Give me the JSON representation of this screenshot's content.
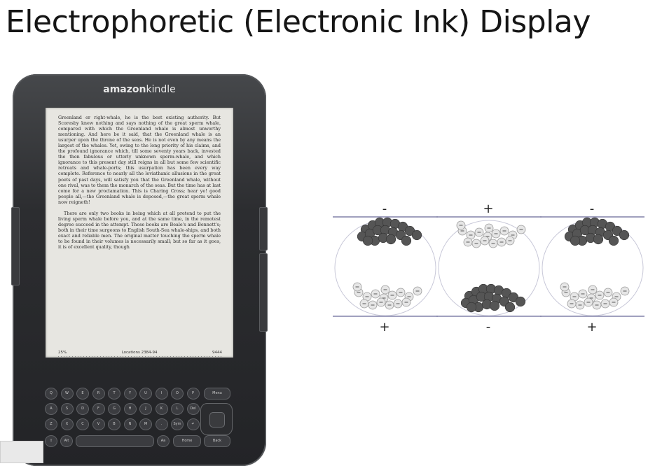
{
  "slide": {
    "title": "Electrophoretic (Electronic Ink) Display"
  },
  "kindle": {
    "brand_bold": "amazon",
    "brand_light": "kindle",
    "paragraph1": "Greenland or right-whale, he is the best existing authority. But Scoresby knew nothing and says nothing of the great sperm whale, compared with which the Greenland whale is almost unworthy mentioning. And here be it said, that the Greenland whale is an usurper upon the throne of the seas. He is not even by any means the largest of the whales. Yet, owing to the long priority of his claims, and the profound ignorance which, till some seventy years back, invested the then fabulous or utterly unknown sperm-whale, and which ignorance to this present day still reigns in all but some few scientific retreats and whale-ports; this usurpation has been every way complete. Reference to nearly all the leviathanic allusions in the great poets of past days, will satisfy you that the Greenland whale, without one rival, was to them the monarch of the seas. But the time has at last come for a new proclamation. This is Charing Cross; hear ye! good people all,—the Greenland whale is deposed,—the great sperm whale now reigneth!",
    "paragraph2": "There are only two books in being which at all pretend to put the living sperm whale before you, and at the same time, in the remotest degree succeed in the attempt. Those books are Beale's and Bennett's; both in their time surgeons to English South-Sea whale-ships, and both exact and reliable men. The original matter touching the sperm whale to be found in their volumes is necessarily small; but so far as it goes, it is of excellent quality, though",
    "status_percent": "25%",
    "status_location": "Locations 2384-94",
    "status_total": "9444",
    "keys_row1": [
      "Q",
      "W",
      "E",
      "R",
      "T",
      "Y",
      "U",
      "I",
      "O",
      "P"
    ],
    "keys_row2": [
      "A",
      "S",
      "D",
      "F",
      "G",
      "H",
      "J",
      "K",
      "L",
      "Del"
    ],
    "keys_row3": [
      "Z",
      "X",
      "C",
      "V",
      "B",
      "N",
      "M",
      ".",
      "Sym",
      "↵"
    ],
    "key_shift": "⇧",
    "key_alt": "Alt",
    "key_aa": "Aa",
    "key_menu": "Menu",
    "key_home": "Home",
    "key_back": "Back"
  },
  "diagram": {
    "cells": [
      {
        "top_sign": "-",
        "bottom_sign": "+",
        "dark_position": "top"
      },
      {
        "top_sign": "+",
        "bottom_sign": "-",
        "dark_position": "bottom"
      },
      {
        "top_sign": "-",
        "bottom_sign": "+",
        "dark_position": "top"
      }
    ],
    "colors": {
      "dark_particle": "#555555",
      "light_particle": "#e6e6e6",
      "electrode": "#8080a8"
    }
  }
}
